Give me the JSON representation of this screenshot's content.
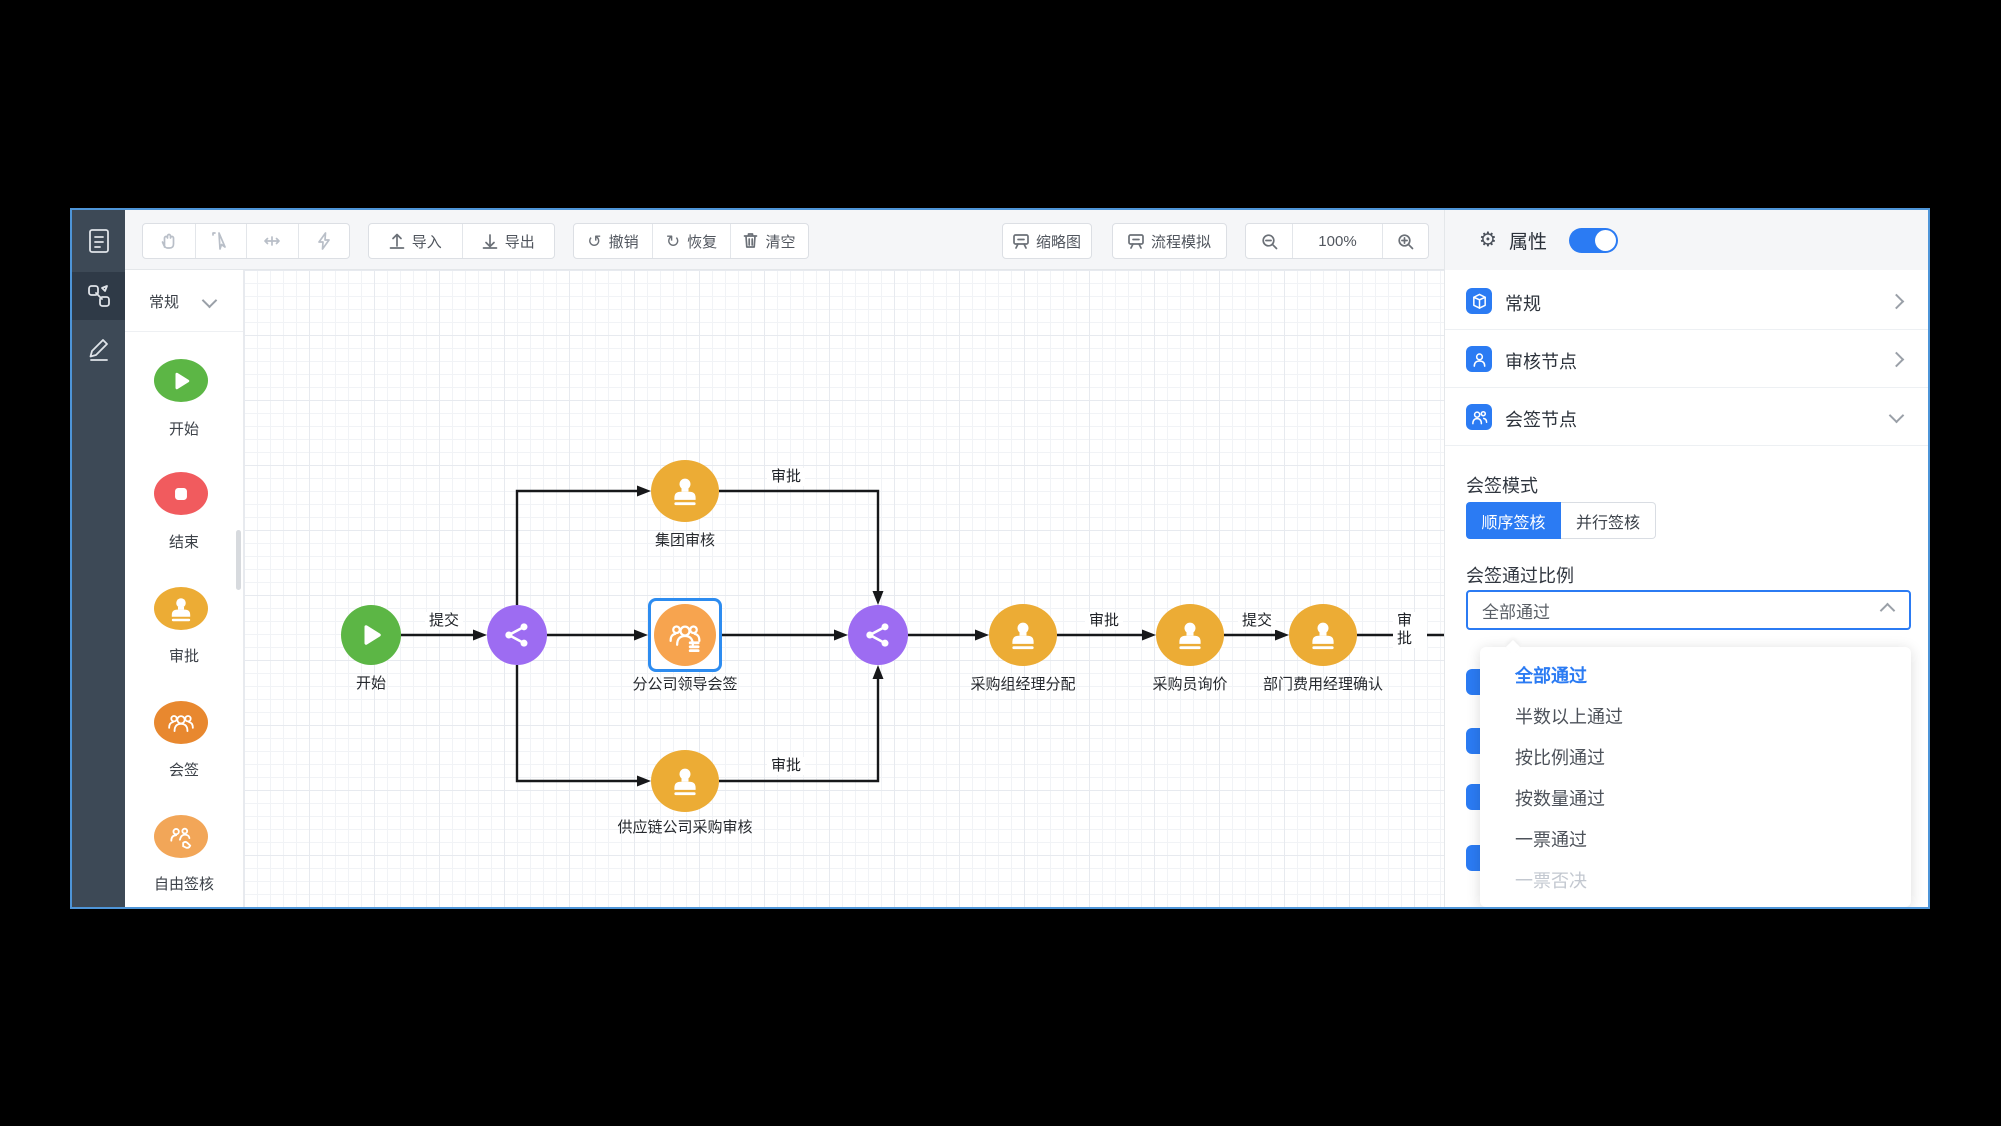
{
  "colors": {
    "accent": "#2b7bf3",
    "window_border": "#4e95d8",
    "edge": "#17181a",
    "node_green": "#5cb645",
    "node_red": "#f15b5e",
    "node_yellow": "#ecac35",
    "node_orange": "#e8882f",
    "node_orange_light": "#f7a44f",
    "node_purple": "#9d6cf2",
    "selection": "#2d8cf0"
  },
  "activity_bar": {
    "items": [
      {
        "icon": "form-icon"
      },
      {
        "icon": "flow-icon",
        "active": true
      },
      {
        "icon": "pencil-icon"
      }
    ]
  },
  "toolbar": {
    "tool_buttons": [
      {
        "icon": "hand-icon"
      },
      {
        "icon": "select-icon"
      },
      {
        "icon": "move-icon"
      },
      {
        "icon": "flash-icon"
      }
    ],
    "import": "导入",
    "export": "导出",
    "undo": "撤销",
    "redo": "恢复",
    "clear": "清空",
    "minimap": "缩略图",
    "simulate": "流程模拟",
    "zoom_level": "100%"
  },
  "properties_header": {
    "title": "属性",
    "toggle_on": true
  },
  "palette": {
    "header": "常规",
    "items": [
      {
        "label": "开始",
        "type": "start"
      },
      {
        "label": "结束",
        "type": "end"
      },
      {
        "label": "审批",
        "type": "approval"
      },
      {
        "label": "会签",
        "type": "countersign"
      },
      {
        "label": "自由签核",
        "type": "free-sign"
      }
    ]
  },
  "panel": {
    "sections": [
      {
        "label": "常规",
        "state": "collapsed"
      },
      {
        "label": "审核节点",
        "state": "collapsed"
      },
      {
        "label": "会签节点",
        "state": "expanded"
      }
    ],
    "sign_mode_label": "会签模式",
    "sign_mode_options": [
      {
        "label": "顺序签核",
        "active": true
      },
      {
        "label": "并行签核",
        "active": false
      }
    ],
    "pass_ratio_label": "会签通过比例",
    "pass_ratio_value": "全部通过",
    "dropdown_options": [
      {
        "label": "全部通过",
        "state": "selected"
      },
      {
        "label": "半数以上通过",
        "state": "normal"
      },
      {
        "label": "按比例通过",
        "state": "normal"
      },
      {
        "label": "按数量通过",
        "state": "normal"
      },
      {
        "label": "一票通过",
        "state": "normal"
      },
      {
        "label": "一票否决",
        "state": "disabled"
      }
    ]
  },
  "canvas": {
    "nodes": [
      {
        "label": "开始",
        "type": "start"
      },
      {
        "label": "",
        "type": "gateway"
      },
      {
        "label": "集团审核",
        "type": "approval"
      },
      {
        "label": "分公司领导会签",
        "type": "countersign",
        "selected": true
      },
      {
        "label": "供应链公司采购审核",
        "type": "approval"
      },
      {
        "label": "",
        "type": "gateway"
      },
      {
        "label": "采购组经理分配",
        "type": "approval"
      },
      {
        "label": "采购员询价",
        "type": "approval"
      },
      {
        "label": "部门费用经理确认",
        "type": "approval"
      }
    ],
    "edge_labels": {
      "submit1": "提交",
      "approve_top": "审批",
      "approve_bottom": "审批",
      "approve_mid": "审批",
      "submit2": "提交",
      "approve_right": "审批"
    }
  }
}
